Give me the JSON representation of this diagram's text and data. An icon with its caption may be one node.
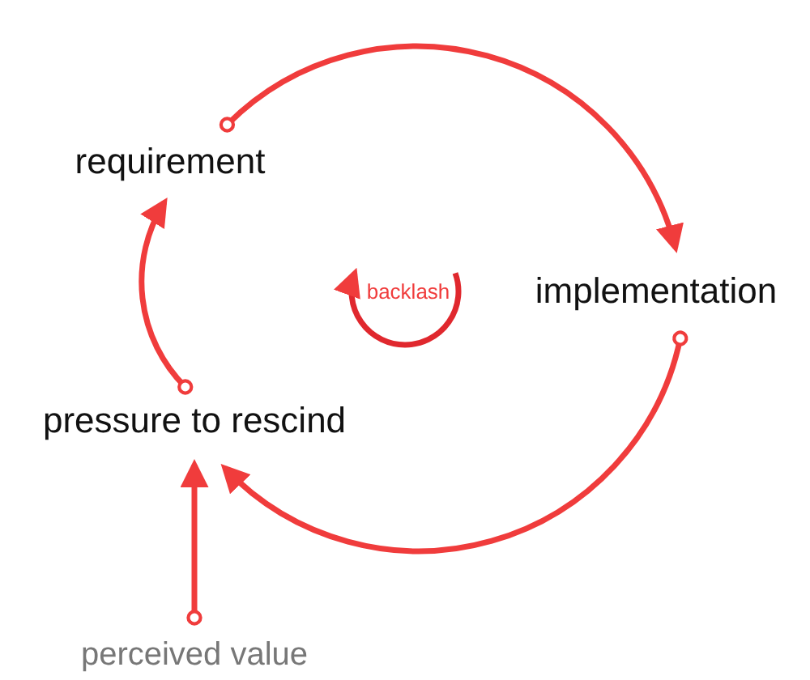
{
  "diagram": {
    "nodes": [
      {
        "text": [
          "requirement"
        ]
      },
      {
        "text": [
          "implementation"
        ]
      },
      {
        "text": [
          "pressure to rescind"
        ]
      },
      {
        "text": [
          "perceived value"
        ]
      }
    ],
    "edges": [
      {
        "from": 0,
        "to": 1,
        "arrow": "to"
      },
      {
        "from": 1,
        "to": 2,
        "arrow": "to"
      },
      {
        "from": 2,
        "to": 0,
        "arrow": "to"
      },
      {
        "from": 3,
        "to": 2,
        "arrow": "to"
      }
    ],
    "labels": [
      "backlash"
    ]
  }
}
